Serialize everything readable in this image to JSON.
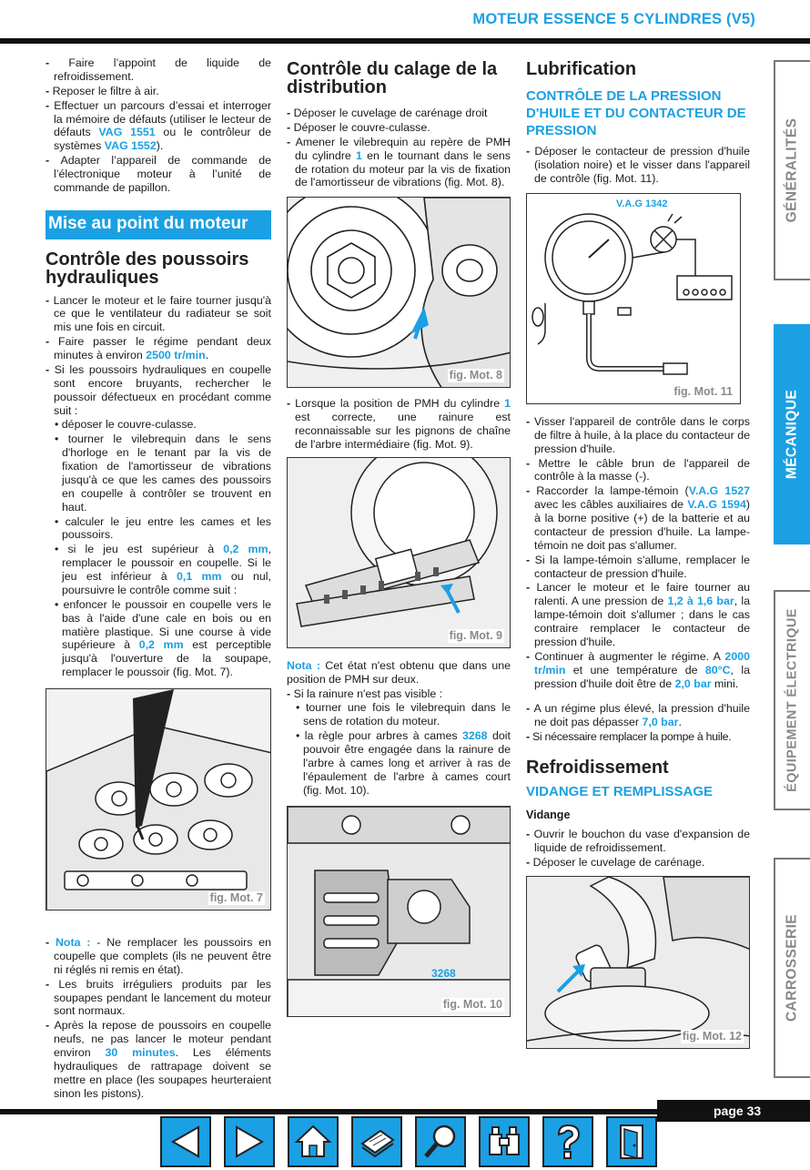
{
  "header": {
    "title": "MOTEUR ESSENCE 5 CYLINDRES (V5)"
  },
  "page": {
    "label": "page 33"
  },
  "tabs": [
    "GÉNÉRALITÉS",
    "MÉCANIQUE",
    "ÉQUIPEMENT ÉLECTRIQUE",
    "CARROSSERIE"
  ],
  "col1": {
    "items": [
      "Faire l’appoint de liquide de refroidissement.",
      "Reposer le filtre à air."
    ],
    "item3": {
      "a": "Effectuer un parcours d’essai et interroger la mémoire de défauts (utiliser le lecteur de défauts ",
      "b": "VAG 1551",
      "c": " ou le contrôleur de systèmes ",
      "d": "VAG 1552",
      "e": ")."
    },
    "item4": "Adapter l’appareil de commande de l’électronique moteur à l’unité de commande de papillon.",
    "banner": "Mise au point du moteur",
    "h_poussoirs": "Contrôle des poussoirs hydrauliques",
    "p1": "Lancer le moteur et le faire tourner jusqu'à ce que le ventilateur du radiateur se soit mis une fois en circuit.",
    "p2": {
      "a": "Faire passer le régime pendant deux minutes à environ ",
      "b": "2500 tr/min",
      "c": "."
    },
    "p3": "Si les poussoirs hydrauliques en coupelle sont encore bruyants, rechercher le poussoir défectueux en procédant comme suit :",
    "b1": "déposer le couvre-culasse.",
    "b2": "tourner le vilebrequin dans le sens d'horloge en le tenant par la vis de fixation de l'amortisseur de vibrations jusqu'à ce que les cames des poussoirs en coupelle à contrôler se trouvent en haut.",
    "b3": "calculer le jeu entre les cames et les poussoirs.",
    "b4": {
      "a": "si le jeu est supérieur à ",
      "b": "0,2 mm",
      "c": ", remplacer le poussoir en coupelle. Si le jeu est inférieur à ",
      "d": "0,1 mm",
      "e": " ou nul, poursuivre le contrôle comme suit :"
    },
    "b5": {
      "a": "enfoncer le poussoir en coupelle vers le bas à l'aide d'une cale en bois ou en matière plastique. Si une course à vide supérieure à ",
      "b": "0,2 mm",
      "c": " est perceptible jusqu'à l'ouverture de la soupape, remplacer le poussoir (fig. Mot. 7)."
    },
    "fig7": "fig. Mot. 7",
    "nota": {
      "label": "Nota : ",
      "text": "- Ne remplacer les poussoirs en coupelle que complets (ils ne peuvent être ni réglés ni remis en état)."
    },
    "n2": "Les bruits irréguliers produits par les soupapes pendant le lancement du moteur sont normaux.",
    "n3": {
      "a": "Après la repose de poussoirs en coupelle neufs, ne pas lancer le moteur pendant environ ",
      "b": "30 minutes",
      "c": ". Les éléments hydrauliques de rattrapage doivent se mettre en place (les soupapes heurteraient sinon les pistons)."
    }
  },
  "col2": {
    "h_calage": "Contrôle du calage de la distribution",
    "i1": "Déposer le cuvelage de carénage droit",
    "i2": "Déposer le couvre-culasse.",
    "i3": {
      "a": "Amener le vilebrequin au repère de PMH du cylindre ",
      "b": "1",
      "c": " en le tournant dans le sens de rotation du moteur par la vis de fixation de l'amortisseur de vibrations (fig. Mot. 8)."
    },
    "fig8": "fig. Mot. 8",
    "i4": {
      "a": "Lorsque la position de PMH du cylindre ",
      "b": "1",
      "c": " est correcte, une rainure est reconnaissable sur les pignons de chaîne de l'arbre intermédiaire (fig. Mot. 9)."
    },
    "fig9": "fig. Mot. 9",
    "nota": {
      "label": "Nota : ",
      "text": "Cet état n'est obtenu que dans une position de PMH sur deux."
    },
    "i5": "Si la rainure n'est pas visible :",
    "b1": "tourner une fois le vilebrequin dans le sens de rotation du moteur.",
    "b2": {
      "a": "la règle pour arbres à cames ",
      "b": "3268",
      "c": " doit pouvoir être engagée dans la rainure de l'arbre à cames long et arriver à ras de l'épaulement de l'arbre à cames court (fig. Mot. 10)."
    },
    "fig10_tool": "3268",
    "fig10": "fig. Mot. 10"
  },
  "col3": {
    "h_lub": "Lubrification",
    "sub_pression": "CONTRÔLE DE LA PRESSION D'HUILE ET DU CONTACTEUR DE PRESSION",
    "i1": "Déposer le contacteur de pression d'huile (isolation noire) et le visser dans l'appareil de contrôle (fig. Mot. 11).",
    "fig11_tool": "V.A.G 1342",
    "fig11": "fig. Mot. 11",
    "i2": "Visser l'appareil de contrôle dans le corps de filtre à huile, à la place du contacteur de pression d'huile.",
    "i3": "Mettre le câble brun de l'appareil de contrôle à la masse (-).",
    "i4": {
      "a": "Raccorder la lampe-témoin (",
      "b": "V.A.G 1527",
      "c": " avec les câbles auxiliaires de ",
      "d": "V.A.G 1594",
      "e": ") à la borne positive (+) de la batterie et au contacteur de pression d'huile. La lampe-témoin ne doit pas s'allumer."
    },
    "i5": "Si la lampe-témoin s'allume, remplacer le contacteur de pression d'huile.",
    "i6": {
      "a": "Lancer le moteur et le faire tourner au ralenti. A une pression de ",
      "b": "1,2 à 1,6 bar",
      "c": ", la lampe-témoin doit s'allumer ; dans le cas contraire remplacer le contacteur de pression d'huile."
    },
    "i7": {
      "a": "Continuer à augmenter le régime. A ",
      "b": "2000 tr/min",
      "c": " et une température de ",
      "d": "80°C",
      "e": ", la pression d'huile doit être de ",
      "f": "2,0 bar",
      "g": " mini."
    },
    "i8": {
      "a": "A un régime plus élevé, la pression d'huile ne doit pas dépasser ",
      "b": "7,0 bar",
      "c": "."
    },
    "i9": "Si nécessaire remplacer la pompe à huile.",
    "h_refr": "Refroidissement",
    "sub_vidange": "VIDANGE ET REMPLISSAGE",
    "h_vid": "Vidange",
    "v1": "Ouvrir le bouchon du vase d'expansion de liquide de refroidissement.",
    "v2": "Déposer le cuvelage de carénage.",
    "fig12": "fig. Mot. 12"
  },
  "nav": [
    "previous-page",
    "next-page",
    "home",
    "contents",
    "search",
    "index",
    "help",
    "exit"
  ]
}
